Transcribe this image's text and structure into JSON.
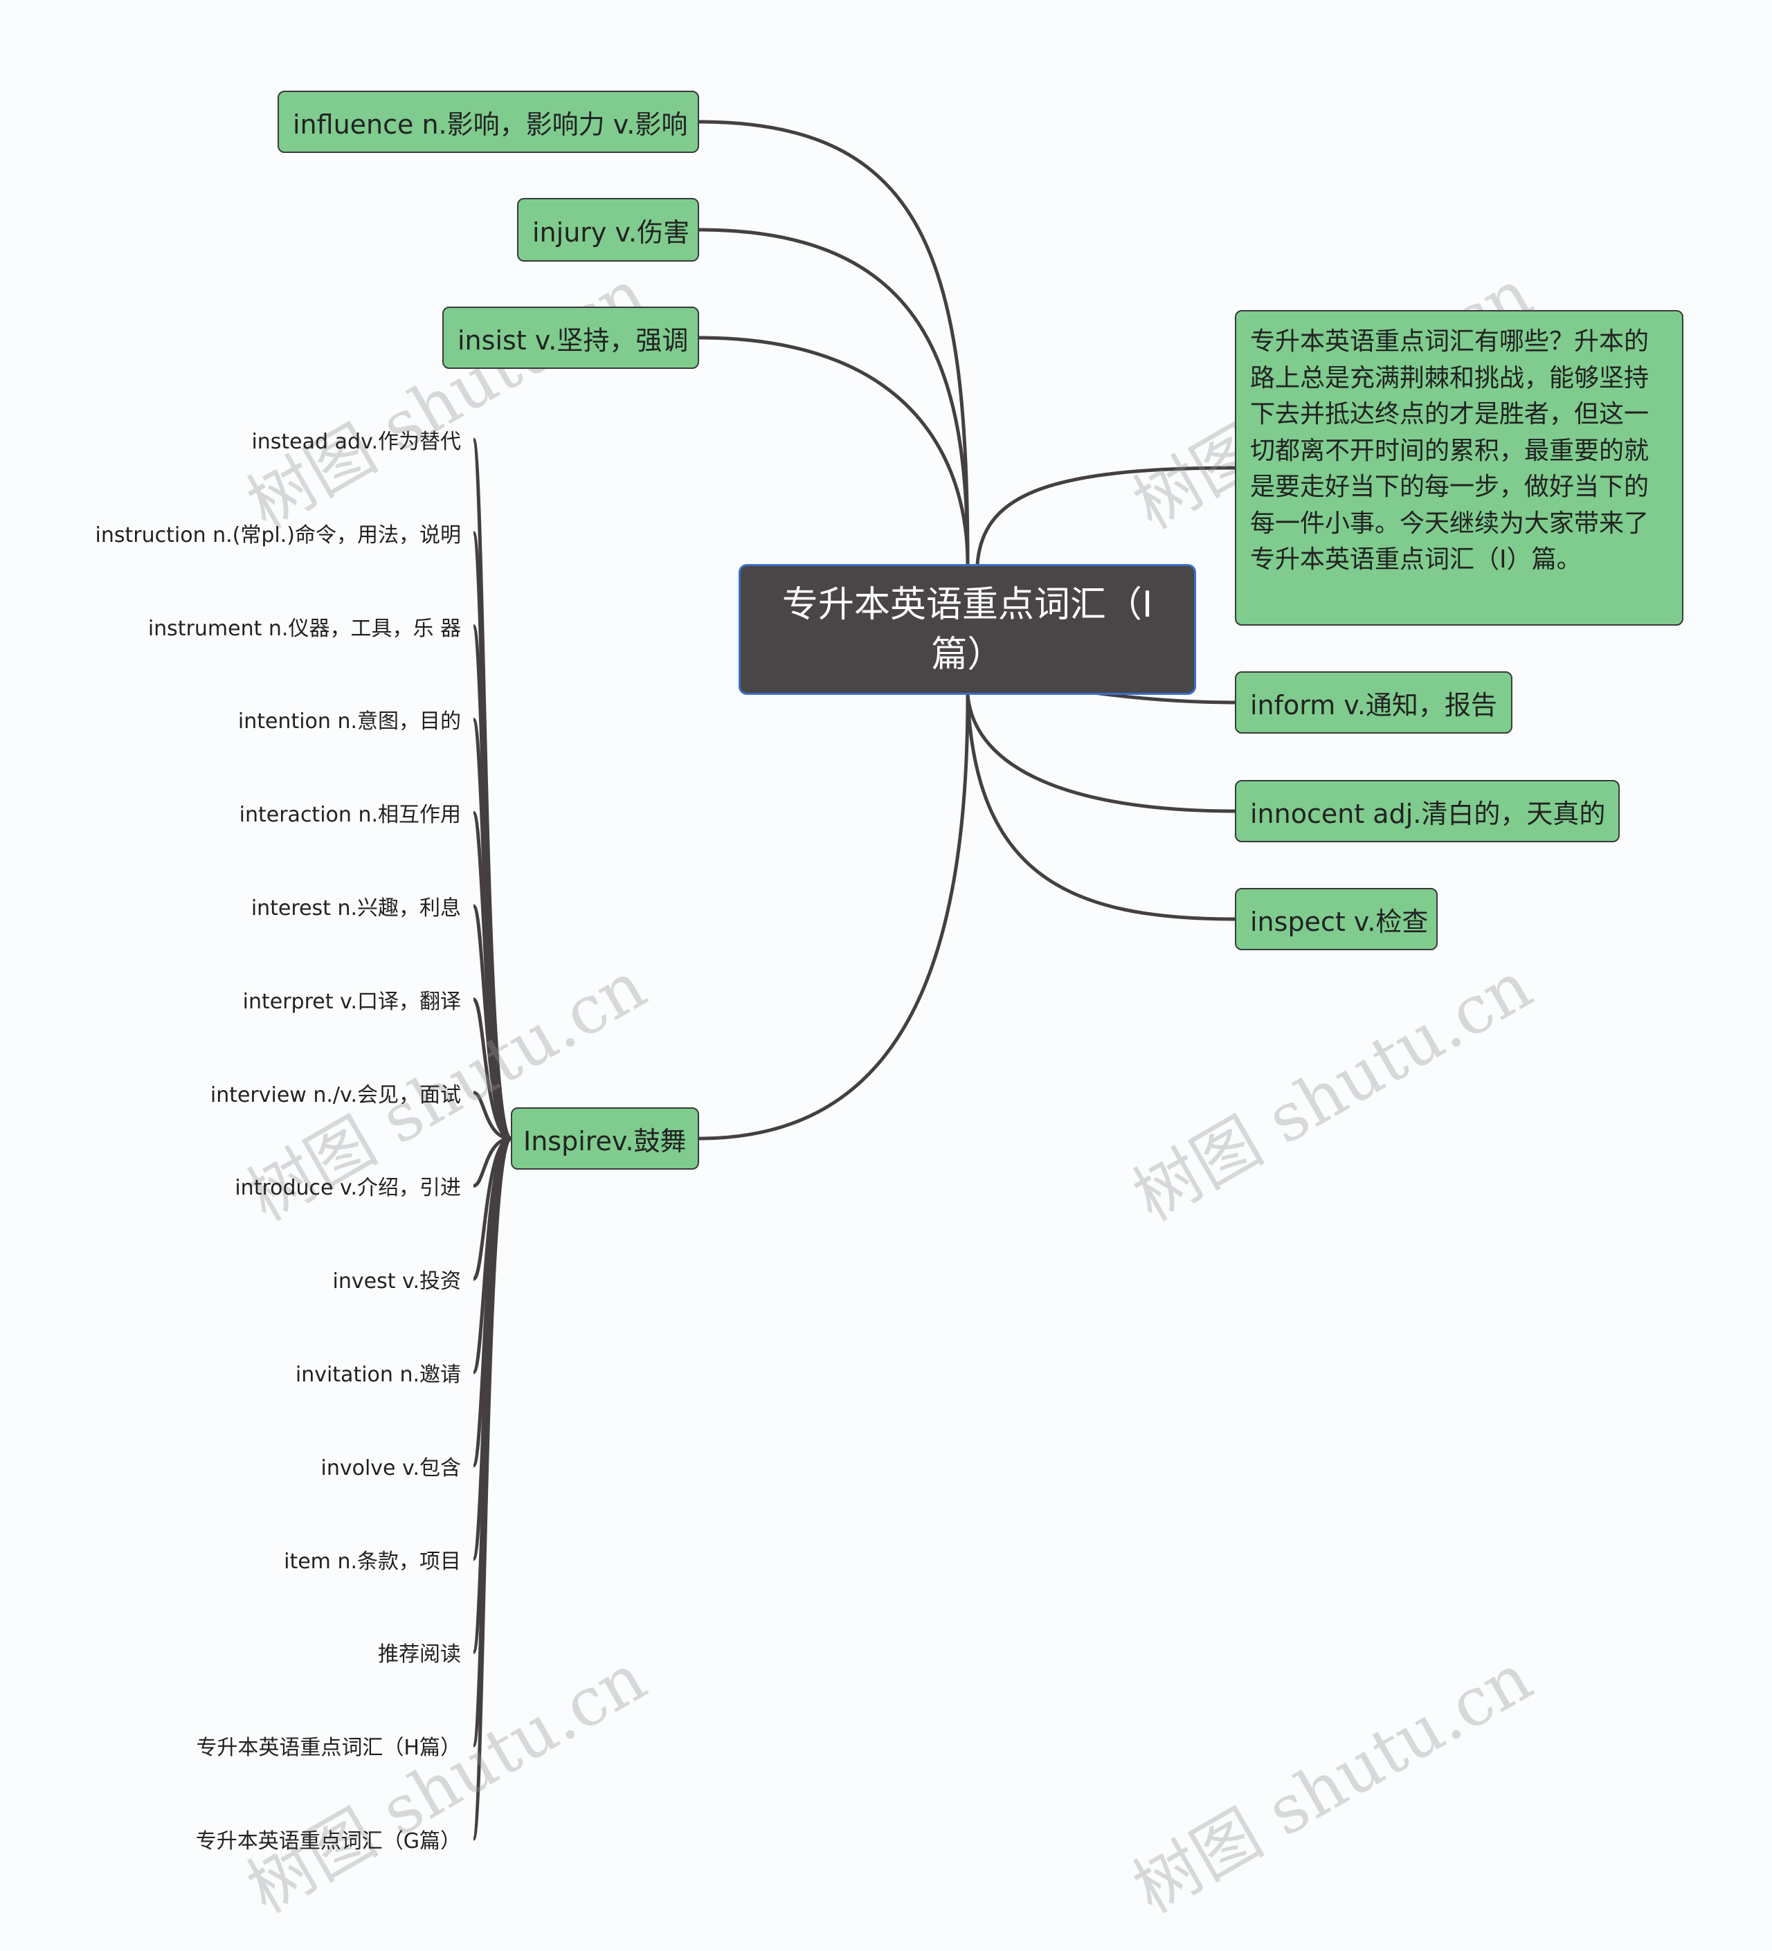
{
  "root": {
    "title": "专升本英语重点词汇（I篇）"
  },
  "left_nodes": [
    {
      "label": "influence n.影响，影响力 v.影响"
    },
    {
      "label": "injury v.伤害"
    },
    {
      "label": "insist v.坚持，强调"
    }
  ],
  "description": "专升本英语重点词汇有哪些？升本的路上总是充满荆棘和挑战，能够坚持下去并抵达终点的才是胜者，但这一切都离不开时间的累积，最重要的就是要走好当下的每一步，做好当下的每一件小事。今天继续为大家带来了专升本英语重点词汇（I）篇。",
  "right_nodes": [
    {
      "label": "inform v.通知，报告"
    },
    {
      "label": "innocent adj.清白的，天真的"
    },
    {
      "label": "inspect v.检查"
    }
  ],
  "inspire": {
    "label": "Inspirev.鼓舞",
    "children": [
      "instead adv.作为替代",
      "instruction n.(常pl.)命令，用法，说明",
      "instrument n.仪器，工具，乐 器",
      "intention n.意图，目的",
      "interaction n.相互作用",
      "interest n.兴趣，利息",
      "interpret v.口译，翻译",
      "interview n./v.会见，面试",
      "introduce v.介绍，引进",
      "invest v.投资",
      "invitation n.邀请",
      "involve v.包含",
      "item n.条款，项目",
      "推荐阅读",
      "专升本英语重点词汇（H篇）",
      "专升本英语重点词汇（G篇）"
    ]
  },
  "watermark": "树图 shutu.cn",
  "colors": {
    "node": "#7fcc8e",
    "root": "#4a4546",
    "root_border": "#3b6fc4",
    "edge": "#454040"
  }
}
